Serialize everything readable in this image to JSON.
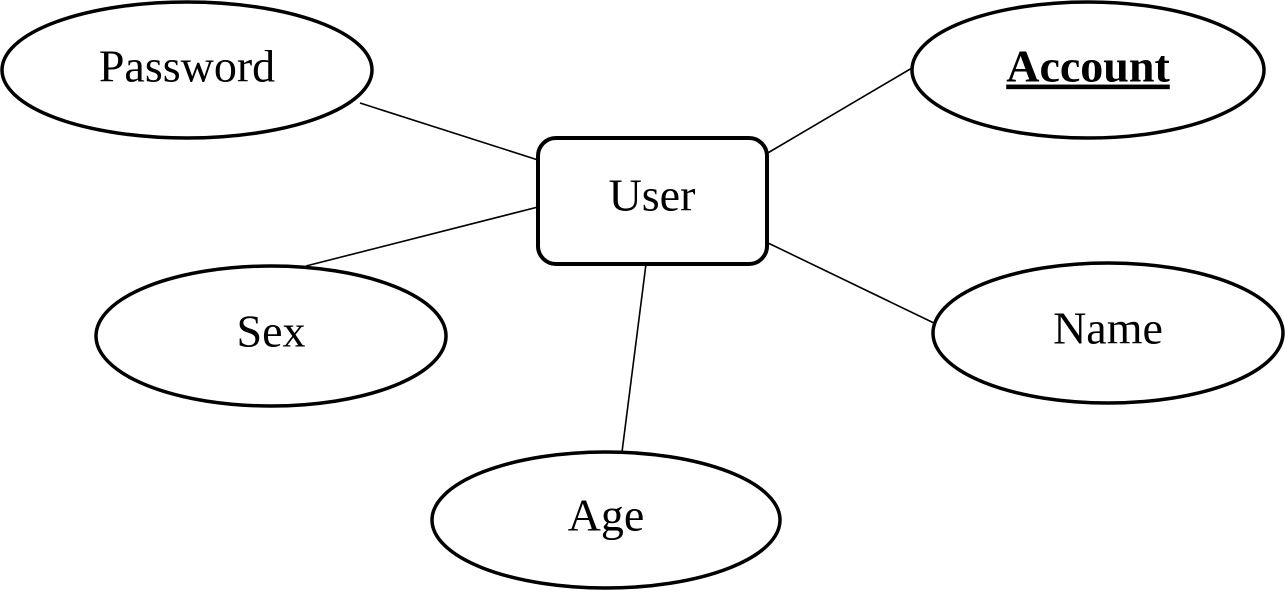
{
  "diagram": {
    "entity": {
      "label": "User"
    },
    "attributes": [
      {
        "id": "password",
        "label": "Password",
        "is_key": false
      },
      {
        "id": "account",
        "label": "Account",
        "is_key": true
      },
      {
        "id": "sex",
        "label": "Sex",
        "is_key": false
      },
      {
        "id": "name",
        "label": "Name",
        "is_key": false
      },
      {
        "id": "age",
        "label": "Age",
        "is_key": false
      }
    ]
  }
}
